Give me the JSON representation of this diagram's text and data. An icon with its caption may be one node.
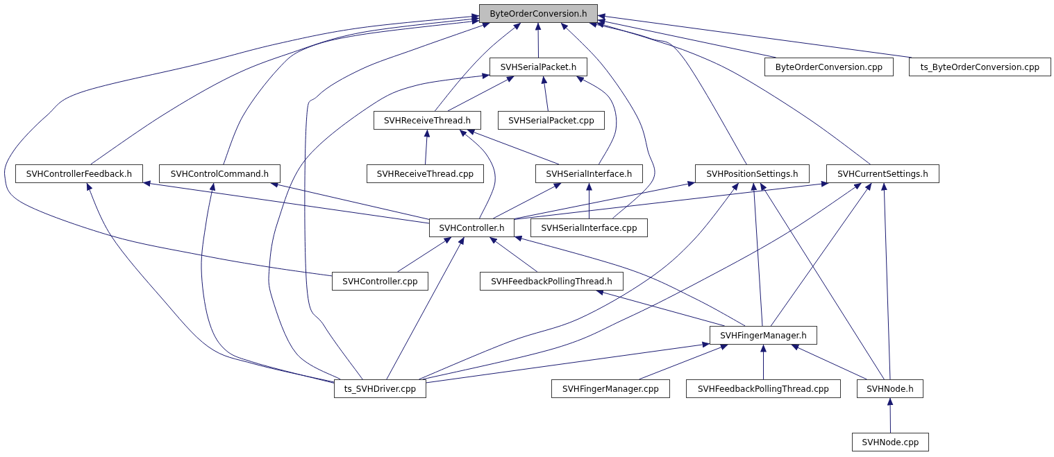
{
  "diagram": {
    "nodes": [
      {
        "text": [
          "ByteOrderConversion.h"
        ]
      },
      {
        "text": [
          "SVHSerialPacket.h"
        ]
      },
      {
        "text": [
          "ByteOrderConversion.cpp"
        ]
      },
      {
        "text": [
          "ts_ByteOrderConversion.cpp"
        ]
      },
      {
        "text": [
          "SVHReceiveThread.h"
        ]
      },
      {
        "text": [
          "SVHSerialPacket.cpp"
        ]
      },
      {
        "text": [
          "SVHControllerFeedback.h"
        ]
      },
      {
        "text": [
          "SVHControlCommand.h"
        ]
      },
      {
        "text": [
          "SVHReceiveThread.cpp"
        ]
      },
      {
        "text": [
          "SVHSerialInterface.h"
        ]
      },
      {
        "text": [
          "SVHPositionSettings.h"
        ]
      },
      {
        "text": [
          "SVHCurrentSettings.h"
        ]
      },
      {
        "text": [
          "SVHController.h"
        ]
      },
      {
        "text": [
          "SVHSerialInterface.cpp"
        ]
      },
      {
        "text": [
          "SVHController.cpp"
        ]
      },
      {
        "text": [
          "SVHFeedbackPollingThread.h"
        ]
      },
      {
        "text": [
          "SVHFingerManager.h"
        ]
      },
      {
        "text": [
          "ts_SVHDriver.cpp"
        ]
      },
      {
        "text": [
          "SVHFingerManager.cpp"
        ]
      },
      {
        "text": [
          "SVHFeedbackPollingThread.cpp"
        ]
      },
      {
        "text": [
          "SVHNode.h"
        ]
      },
      {
        "text": [
          "SVHNode.cpp"
        ]
      }
    ],
    "edges": [
      {
        "from": 1,
        "to": 0,
        "arrow": "to"
      },
      {
        "from": 2,
        "to": 0,
        "arrow": "to"
      },
      {
        "from": 3,
        "to": 0,
        "arrow": "to"
      },
      {
        "from": 4,
        "to": 0,
        "arrow": "to"
      },
      {
        "from": 6,
        "to": 0,
        "arrow": "to"
      },
      {
        "from": 7,
        "to": 0,
        "arrow": "to"
      },
      {
        "from": 13,
        "to": 0,
        "arrow": "to"
      },
      {
        "from": 10,
        "to": 0,
        "arrow": "to"
      },
      {
        "from": 11,
        "to": 0,
        "arrow": "to"
      },
      {
        "from": 14,
        "to": 0,
        "arrow": "to"
      },
      {
        "from": 17,
        "to": 0,
        "arrow": "to"
      },
      {
        "from": 4,
        "to": 1,
        "arrow": "to"
      },
      {
        "from": 5,
        "to": 1,
        "arrow": "to"
      },
      {
        "from": 9,
        "to": 1,
        "arrow": "to"
      },
      {
        "from": 17,
        "to": 1,
        "arrow": "to"
      },
      {
        "from": 8,
        "to": 4,
        "arrow": "to"
      },
      {
        "from": 12,
        "to": 4,
        "arrow": "to"
      },
      {
        "from": 9,
        "to": 4,
        "arrow": "to"
      },
      {
        "from": 12,
        "to": 9,
        "arrow": "to"
      },
      {
        "from": 13,
        "to": 9,
        "arrow": "to"
      },
      {
        "from": 12,
        "to": 6,
        "arrow": "to"
      },
      {
        "from": 17,
        "to": 6,
        "arrow": "to"
      },
      {
        "from": 12,
        "to": 7,
        "arrow": "to"
      },
      {
        "from": 17,
        "to": 7,
        "arrow": "to"
      },
      {
        "from": 12,
        "to": 10,
        "arrow": "to"
      },
      {
        "from": 17,
        "to": 10,
        "arrow": "to"
      },
      {
        "from": 16,
        "to": 10,
        "arrow": "to"
      },
      {
        "from": 20,
        "to": 10,
        "arrow": "to"
      },
      {
        "from": 12,
        "to": 11,
        "arrow": "to"
      },
      {
        "from": 17,
        "to": 11,
        "arrow": "to"
      },
      {
        "from": 16,
        "to": 11,
        "arrow": "to"
      },
      {
        "from": 20,
        "to": 11,
        "arrow": "to"
      },
      {
        "from": 14,
        "to": 12,
        "arrow": "to"
      },
      {
        "from": 17,
        "to": 12,
        "arrow": "to"
      },
      {
        "from": 15,
        "to": 12,
        "arrow": "to"
      },
      {
        "from": 16,
        "to": 12,
        "arrow": "to"
      },
      {
        "from": 16,
        "to": 15,
        "arrow": "to"
      },
      {
        "from": 17,
        "to": 16,
        "arrow": "to"
      },
      {
        "from": 18,
        "to": 16,
        "arrow": "to"
      },
      {
        "from": 19,
        "to": 16,
        "arrow": "to"
      },
      {
        "from": 20,
        "to": 16,
        "arrow": "to"
      },
      {
        "from": 21,
        "to": 20,
        "arrow": "to"
      }
    ]
  }
}
